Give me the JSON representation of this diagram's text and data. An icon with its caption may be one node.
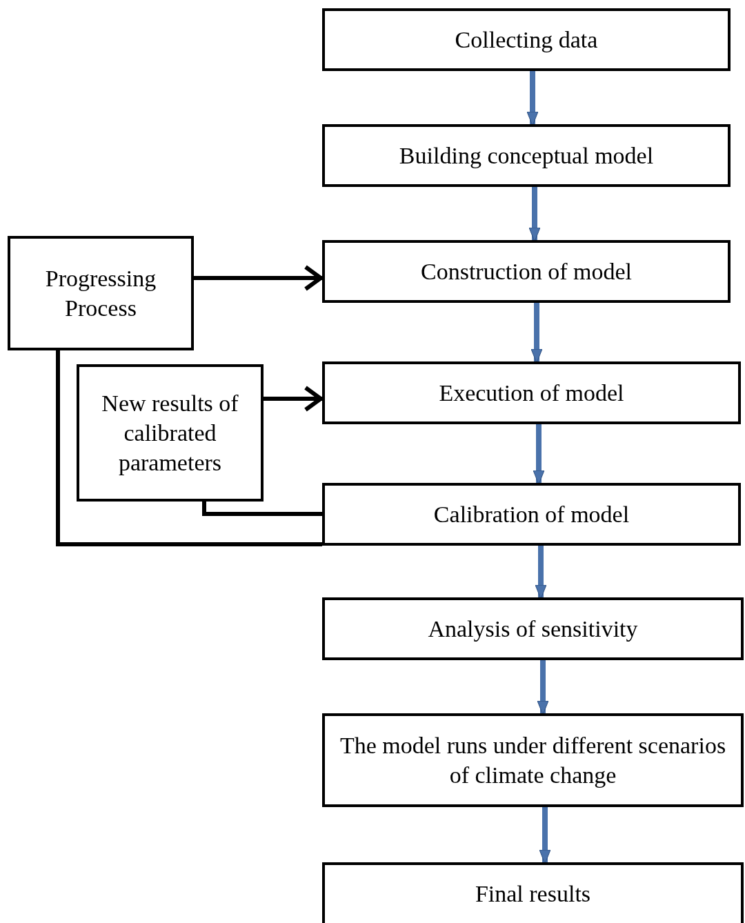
{
  "diagram": {
    "nodes": [
      {
        "text": [
          "Collecting data"
        ]
      },
      {
        "text": [
          "Building conceptual model"
        ]
      },
      {
        "text": [
          "Construction of model"
        ]
      },
      {
        "text": [
          "Execution of model"
        ]
      },
      {
        "text": [
          "Calibration of model"
        ]
      },
      {
        "text": [
          "Analysis of sensitivity"
        ]
      },
      {
        "text": [
          "The model runs under different scenarios of climate change"
        ]
      },
      {
        "text": [
          "Final results"
        ]
      },
      {
        "text": [
          "Progressing Process"
        ]
      },
      {
        "text": [
          "New results of calibrated parameters"
        ]
      }
    ],
    "edges": [
      {
        "from": 0,
        "to": 1,
        "arrow": "to"
      },
      {
        "from": 1,
        "to": 2,
        "arrow": "to"
      },
      {
        "from": 2,
        "to": 3,
        "arrow": "to"
      },
      {
        "from": 3,
        "to": 4,
        "arrow": "to"
      },
      {
        "from": 4,
        "to": 5,
        "arrow": "to"
      },
      {
        "from": 5,
        "to": 6,
        "arrow": "to"
      },
      {
        "from": 6,
        "to": 7,
        "arrow": "to"
      },
      {
        "from": 8,
        "to": 2,
        "arrow": "to",
        "color": "#000000"
      },
      {
        "from": 9,
        "to": 3,
        "arrow": "to",
        "color": "#000000"
      },
      {
        "from": 4,
        "to": 9,
        "arrow": "none",
        "color": "#000000"
      },
      {
        "from": 4,
        "to": 8,
        "arrow": "none",
        "color": "#000000"
      }
    ]
  }
}
